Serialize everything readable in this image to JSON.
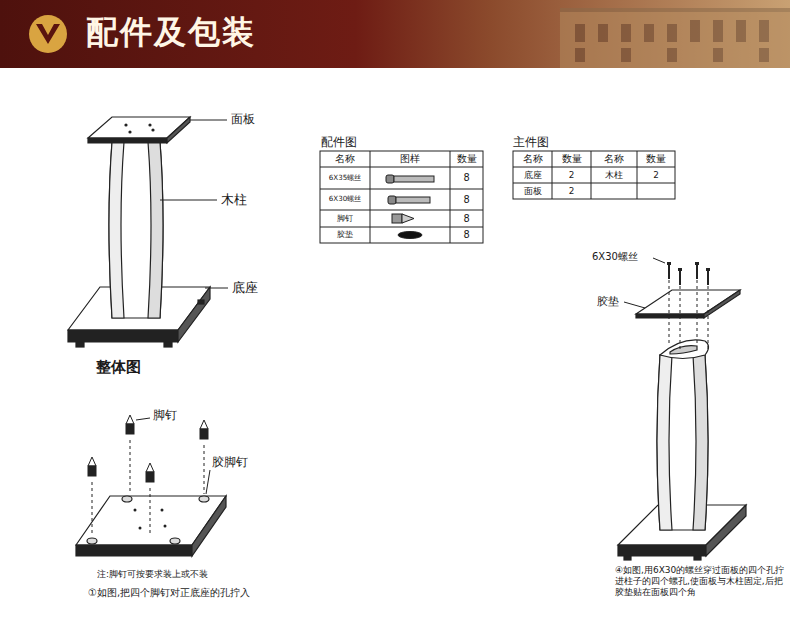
{
  "diagram": {
    "title": "配件及包装",
    "labels": [
      "面板",
      "木柱",
      "底座",
      "整体图",
      "配件图",
      "名称",
      "图样",
      "数量",
      "6X35螺丝",
      "8",
      "6X30螺丝",
      "8",
      "脚钉",
      "8",
      "胶垫",
      "8",
      "主件图",
      "名称",
      "数量",
      "名称",
      "数量",
      "底座",
      "2",
      "木柱",
      "2",
      "面板",
      "2",
      "脚钉",
      "胶脚钉",
      "注:脚钉可按要求装上或不装",
      "①如图,把四个脚钉对正底座的孔拧入",
      "6X30螺丝",
      "胶垫",
      "④如图,用6X30的螺丝穿过面板的四个孔拧进柱子的四个螺孔,使面板与木柱固定,后把胶垫贴在面板四个角"
    ]
  }
}
